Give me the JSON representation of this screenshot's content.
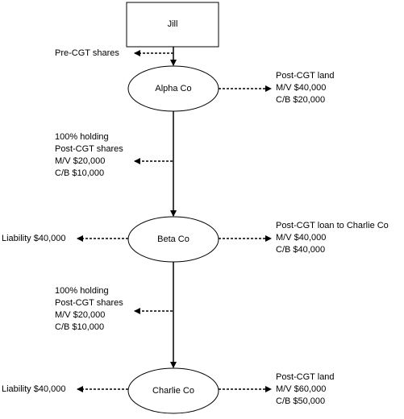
{
  "nodes": {
    "jill": "Jill",
    "alpha": "Alpha Co",
    "beta": "Beta Co",
    "charlie": "Charlie Co"
  },
  "labels": {
    "jill_alpha": [
      "Pre-CGT shares"
    ],
    "alpha_asset": [
      "Post-CGT land",
      "M/V $40,000",
      "C/B $20,000"
    ],
    "alpha_beta": [
      "100% holding",
      "Post-CGT shares",
      "M/V $20,000",
      "C/B $10,000"
    ],
    "beta_liability": [
      "Liability $40,000"
    ],
    "beta_asset": [
      "Post-CGT loan to Charlie Co",
      "M/V $40,000",
      "C/B $40,000"
    ],
    "beta_charlie": [
      "100% holding",
      "Post-CGT shares",
      "M/V $20,000",
      "C/B $10,000"
    ],
    "charlie_liability": [
      "Liability $40,000"
    ],
    "charlie_asset": [
      "Post-CGT land",
      "M/V $60,000",
      "C/B $50,000"
    ]
  }
}
